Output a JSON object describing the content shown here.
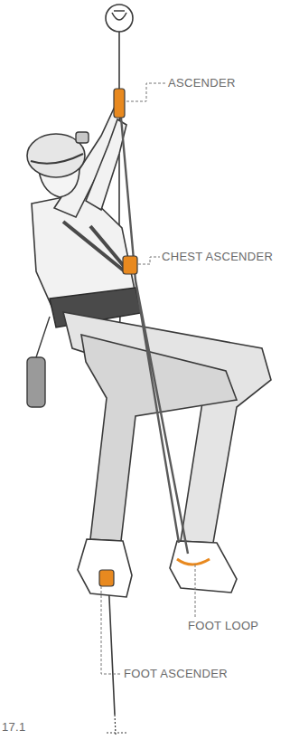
{
  "diagram": {
    "labels": [
      "ASCENDER",
      "CHEST ASCENDER",
      "FOOT LOOP",
      "FOOT ASCENDER",
      "17.1"
    ]
  }
}
